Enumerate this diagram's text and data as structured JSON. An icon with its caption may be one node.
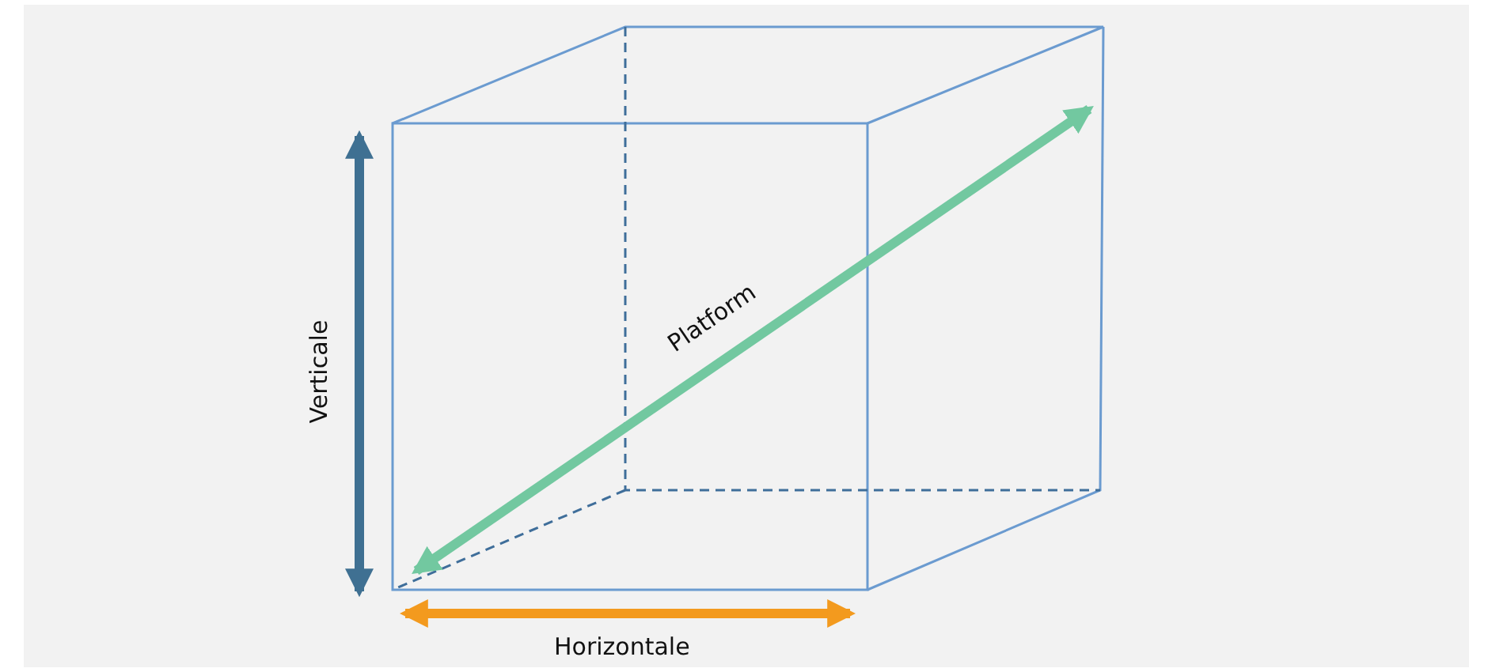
{
  "diagram": {
    "labels": [
      "Platform",
      "Verticale",
      "Horizontale"
    ]
  }
}
